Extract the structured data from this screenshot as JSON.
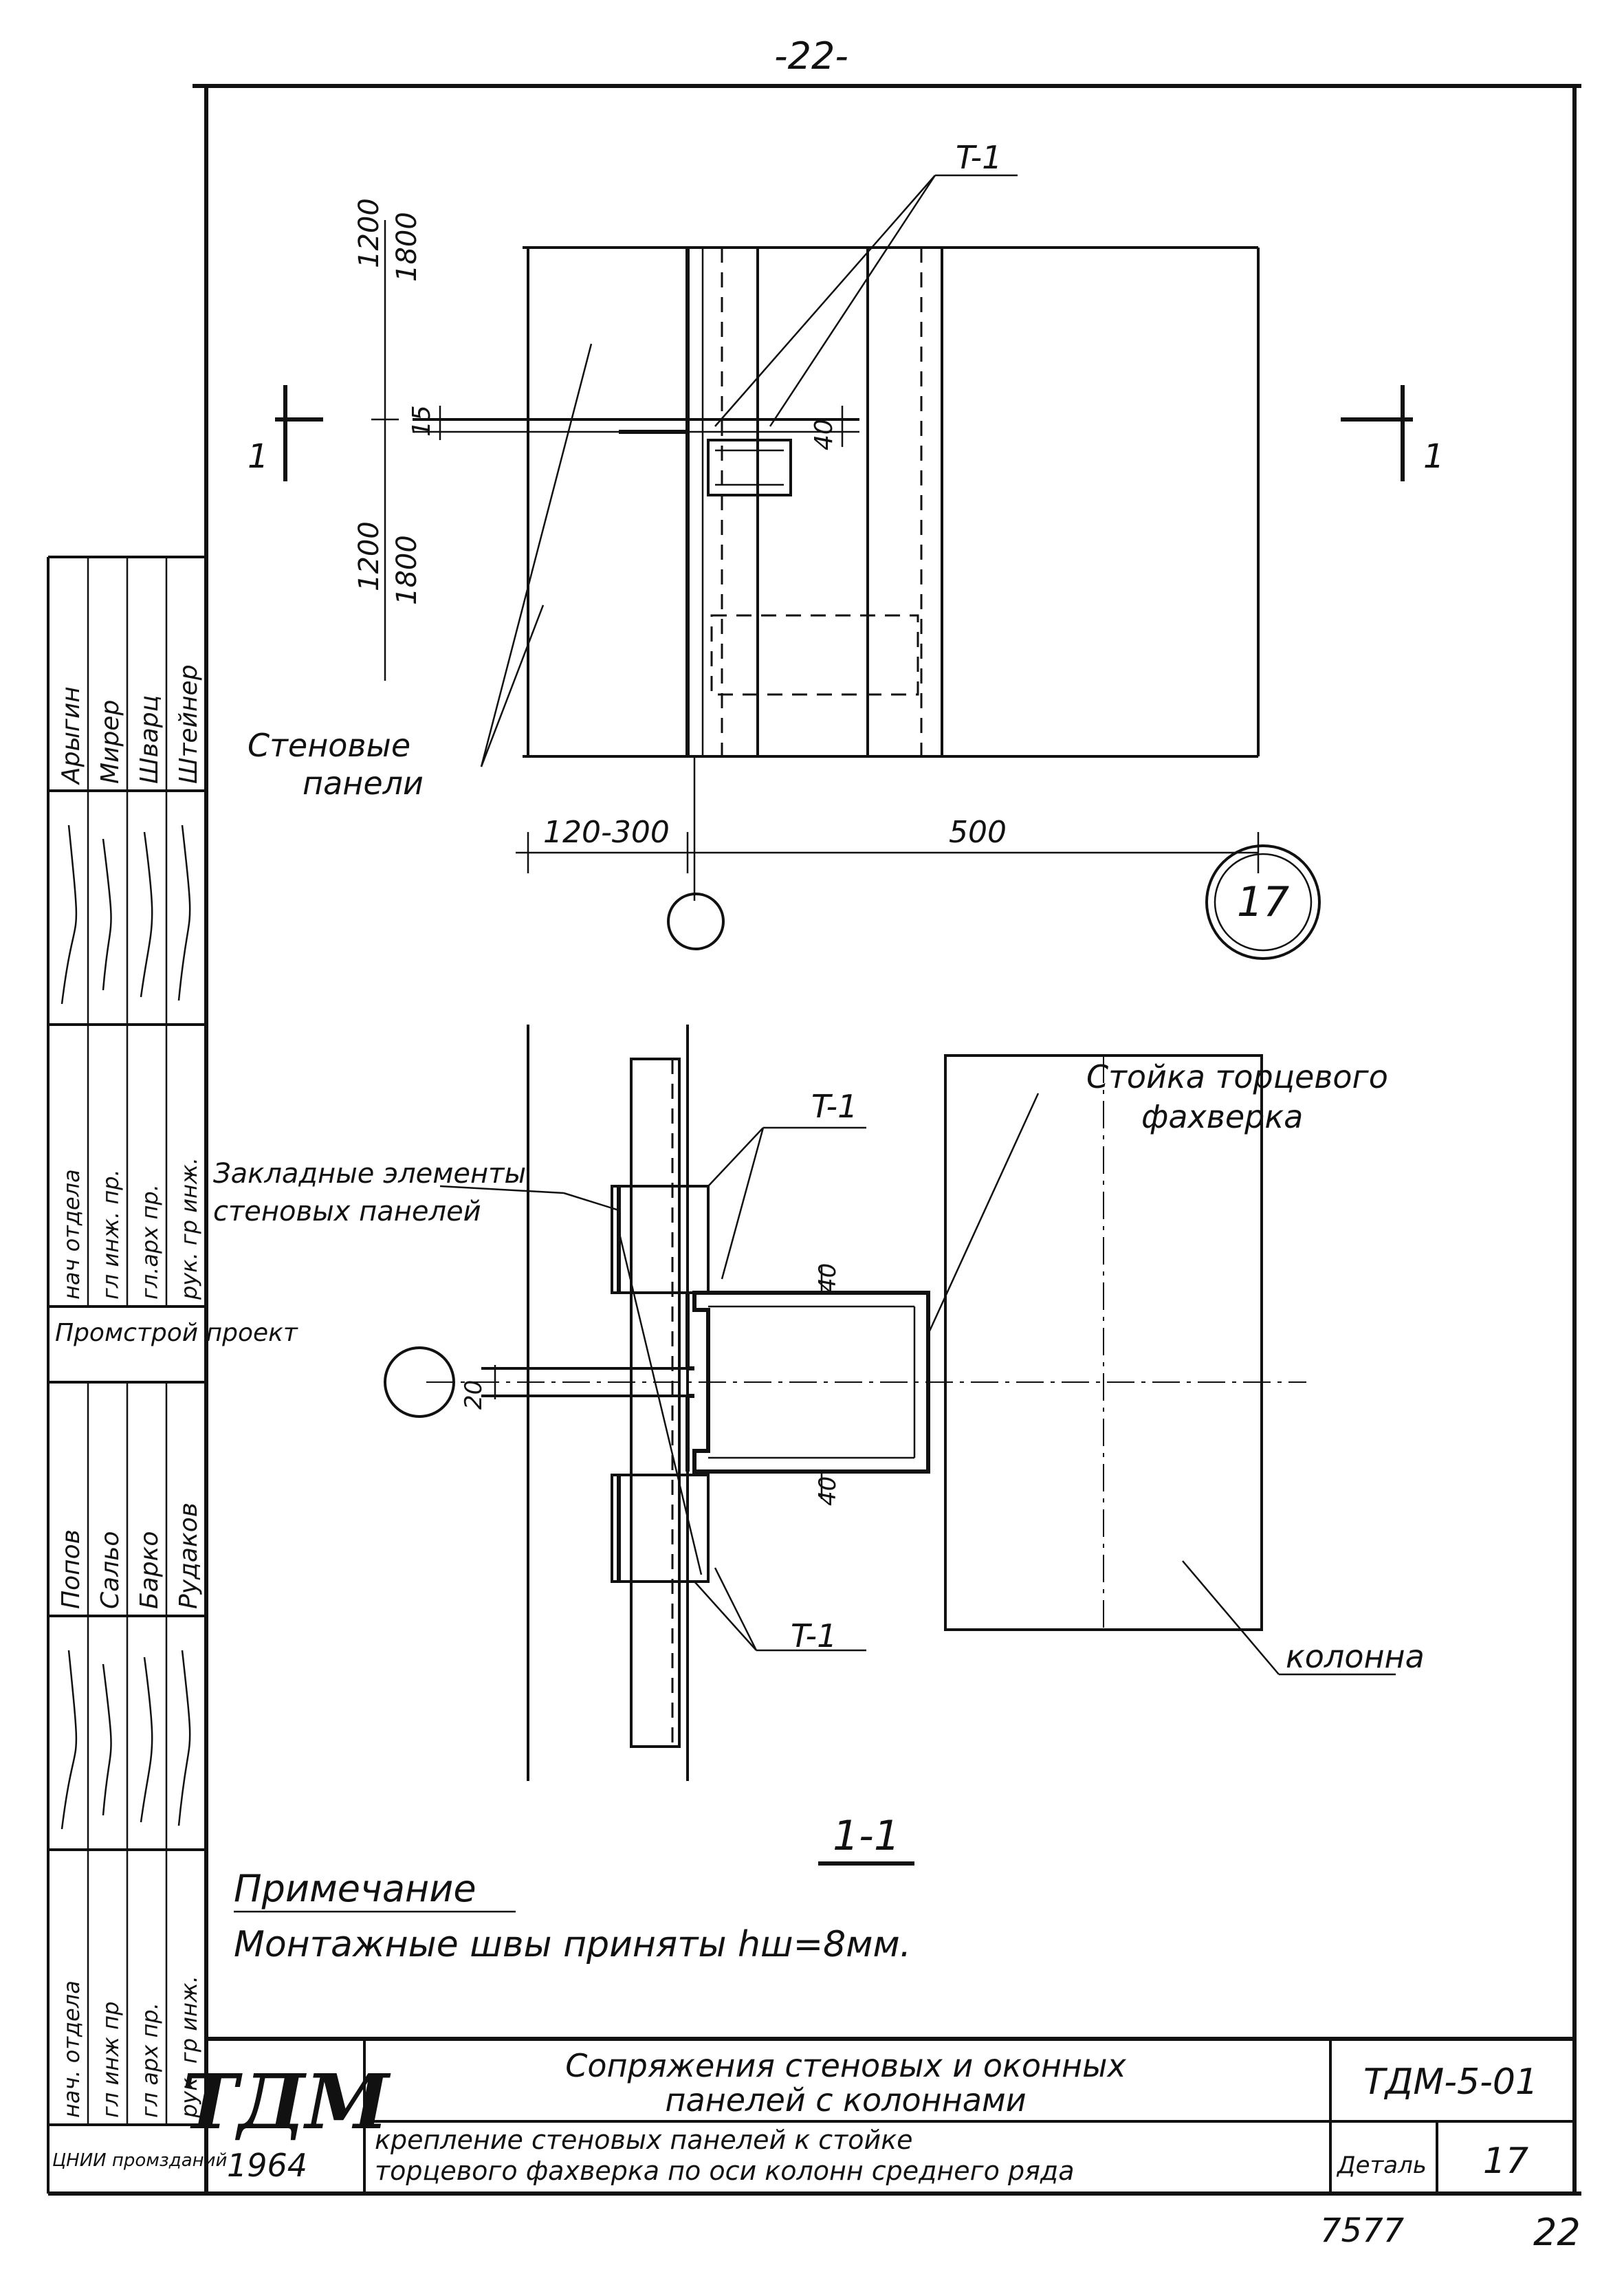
{
  "page_number": "-22-",
  "section_marks": {
    "left": "1",
    "right": "1"
  },
  "plan": {
    "label_t1": "T-1",
    "dim_upper_1": "1200",
    "dim_upper_2": "1800",
    "dim_lower_1": "1200",
    "dim_lower_2": "1800",
    "dim_15": "15",
    "dim_40": "40",
    "dim_120_300": "120-300",
    "dim_500": "500",
    "label_panels_1": "Стеновые",
    "label_panels_2": "панели"
  },
  "detail_circle": "17",
  "section": {
    "label_post_1": "Стойка торцевого",
    "label_post_2": "фахверка",
    "label_t1_top": "T-1",
    "label_t1_bottom": "T-1",
    "label_embedded_1": "Закладные элементы",
    "label_embedded_2": "стеновых панелей",
    "dim_40_top": "40",
    "dim_40_bottom": "40",
    "dim_20": "20",
    "label_column": "колонна",
    "section_title": "1-1"
  },
  "note": {
    "heading": "Примечание",
    "text": "Монтажные швы приняты hш=8мм."
  },
  "side_stamp": {
    "upper": {
      "roles": [
        "нач отдела",
        "гл инж. пр.",
        "гл.арх пр.",
        "рук. гр инж."
      ],
      "names": [
        "Арыгин",
        "Мирер",
        "Шварц",
        "Штейнер"
      ],
      "org": "Промстрой проект"
    },
    "lower": {
      "roles": [
        "нач. отдела",
        "гл инж пр",
        "гл арх пр.",
        "рук. гр инж."
      ],
      "names": [
        "Попов",
        "Сальо",
        "Барко",
        "Рудаков"
      ],
      "org": "ЦНИИ промзданий"
    }
  },
  "title_block": {
    "logo": "ТДМ",
    "year": "1964",
    "title_1": "Сопряжения стеновых и оконных",
    "title_2": "панелей с колоннами",
    "subtitle_1": "крепление стеновых панелей к стойке",
    "subtitle_2": "торцевого фахверка по оси колонн среднего ряда",
    "code": "ТДМ-5-01",
    "detail_label": "Деталь",
    "detail_no": "17"
  },
  "footer": {
    "left": "7577",
    "right": "22"
  }
}
